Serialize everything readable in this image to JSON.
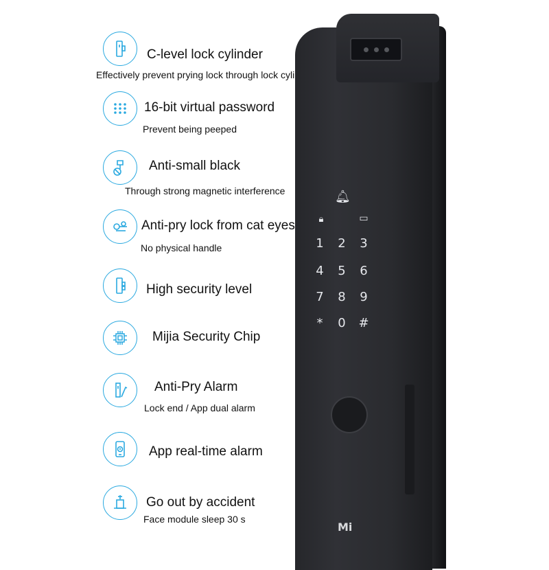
{
  "features": [
    {
      "title": "C-level lock cylinder",
      "subtitle": "Effectively prevent prying lock through lock cylinder",
      "icon": "lock-cylinder-icon"
    },
    {
      "title": "16-bit virtual password",
      "subtitle": "Prevent being peeped",
      "icon": "keypad-icon"
    },
    {
      "title": "Anti-small black",
      "subtitle": "Through strong magnetic interference",
      "icon": "magnet-icon"
    },
    {
      "title": "Anti-pry lock from cat eyes",
      "subtitle": "No physical handle",
      "icon": "peephole-icon"
    },
    {
      "title": "High security level",
      "subtitle": "",
      "icon": "security-lock-icon"
    },
    {
      "title": "Mijia Security Chip",
      "subtitle": "",
      "icon": "chip-icon"
    },
    {
      "title": "Anti-Pry Alarm",
      "subtitle": "Lock end / App dual alarm",
      "icon": "crowbar-icon"
    },
    {
      "title": "App real-time alarm",
      "subtitle": "",
      "icon": "phone-alarm-icon"
    },
    {
      "title": "Go out by accident",
      "subtitle": "Face module sleep 30 s",
      "icon": "door-exit-icon"
    }
  ],
  "lock": {
    "keys": [
      "1",
      "2",
      "3",
      "4",
      "5",
      "6",
      "7",
      "8",
      "9",
      "*",
      "0",
      "#"
    ],
    "logo": "Mi"
  },
  "colors": {
    "accent": "#2aa9e0",
    "lock_body": "#2a2b2f"
  }
}
